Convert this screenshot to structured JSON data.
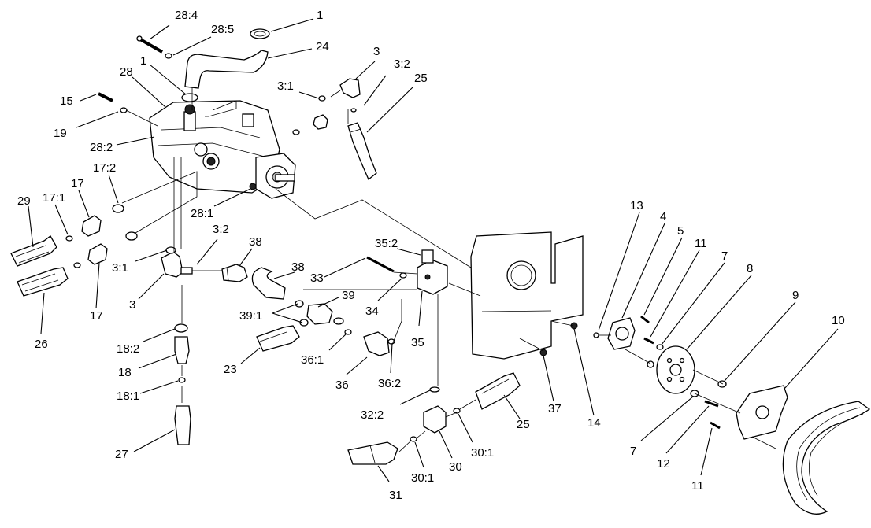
{
  "callouts": [
    {
      "id": "c-1-top",
      "text": "1"
    },
    {
      "id": "c-28-4",
      "text": "28:4"
    },
    {
      "id": "c-28-5",
      "text": "28:5"
    },
    {
      "id": "c-24",
      "text": "24"
    },
    {
      "id": "c-3-top",
      "text": "3"
    },
    {
      "id": "c-3-2-top",
      "text": "3:2"
    },
    {
      "id": "c-25-top",
      "text": "25"
    },
    {
      "id": "c-3-1-top",
      "text": "3:1"
    },
    {
      "id": "c-28",
      "text": "28"
    },
    {
      "id": "c-1-mid",
      "text": "1"
    },
    {
      "id": "c-15",
      "text": "15"
    },
    {
      "id": "c-19",
      "text": "19"
    },
    {
      "id": "c-28-2",
      "text": "28:2"
    },
    {
      "id": "c-17-2",
      "text": "17:2"
    },
    {
      "id": "c-17-top",
      "text": "17"
    },
    {
      "id": "c-17-1",
      "text": "17:1"
    },
    {
      "id": "c-29",
      "text": "29"
    },
    {
      "id": "c-28-1",
      "text": "28:1"
    },
    {
      "id": "c-3-2-mid",
      "text": "3:2"
    },
    {
      "id": "c-38-right",
      "text": "38"
    },
    {
      "id": "c-38-left",
      "text": "38"
    },
    {
      "id": "c-3-1-mid",
      "text": "3:1"
    },
    {
      "id": "c-3-mid",
      "text": "3"
    },
    {
      "id": "c-17-bot",
      "text": "17"
    },
    {
      "id": "c-26",
      "text": "26"
    },
    {
      "id": "c-35-2",
      "text": "35:2"
    },
    {
      "id": "c-33",
      "text": "33"
    },
    {
      "id": "c-34",
      "text": "34"
    },
    {
      "id": "c-35",
      "text": "35"
    },
    {
      "id": "c-39",
      "text": "39"
    },
    {
      "id": "c-39-1",
      "text": "39:1"
    },
    {
      "id": "c-18-2",
      "text": "18:2"
    },
    {
      "id": "c-18",
      "text": "18"
    },
    {
      "id": "c-18-1",
      "text": "18:1"
    },
    {
      "id": "c-27",
      "text": "27"
    },
    {
      "id": "c-23",
      "text": "23"
    },
    {
      "id": "c-36-1",
      "text": "36:1"
    },
    {
      "id": "c-36",
      "text": "36"
    },
    {
      "id": "c-36-2",
      "text": "36:2"
    },
    {
      "id": "c-32-2",
      "text": "32:2"
    },
    {
      "id": "c-25-bot",
      "text": "25"
    },
    {
      "id": "c-37",
      "text": "37"
    },
    {
      "id": "c-14",
      "text": "14"
    },
    {
      "id": "c-30-1-right",
      "text": "30:1"
    },
    {
      "id": "c-30",
      "text": "30"
    },
    {
      "id": "c-30-1-left",
      "text": "30:1"
    },
    {
      "id": "c-31",
      "text": "31"
    },
    {
      "id": "c-13",
      "text": "13"
    },
    {
      "id": "c-4",
      "text": "4"
    },
    {
      "id": "c-5",
      "text": "5"
    },
    {
      "id": "c-11-top",
      "text": "11"
    },
    {
      "id": "c-7-top",
      "text": "7"
    },
    {
      "id": "c-8",
      "text": "8"
    },
    {
      "id": "c-9",
      "text": "9"
    },
    {
      "id": "c-10",
      "text": "10"
    },
    {
      "id": "c-7-bot",
      "text": "7"
    },
    {
      "id": "c-12",
      "text": "12"
    },
    {
      "id": "c-11-bot",
      "text": "11"
    }
  ]
}
